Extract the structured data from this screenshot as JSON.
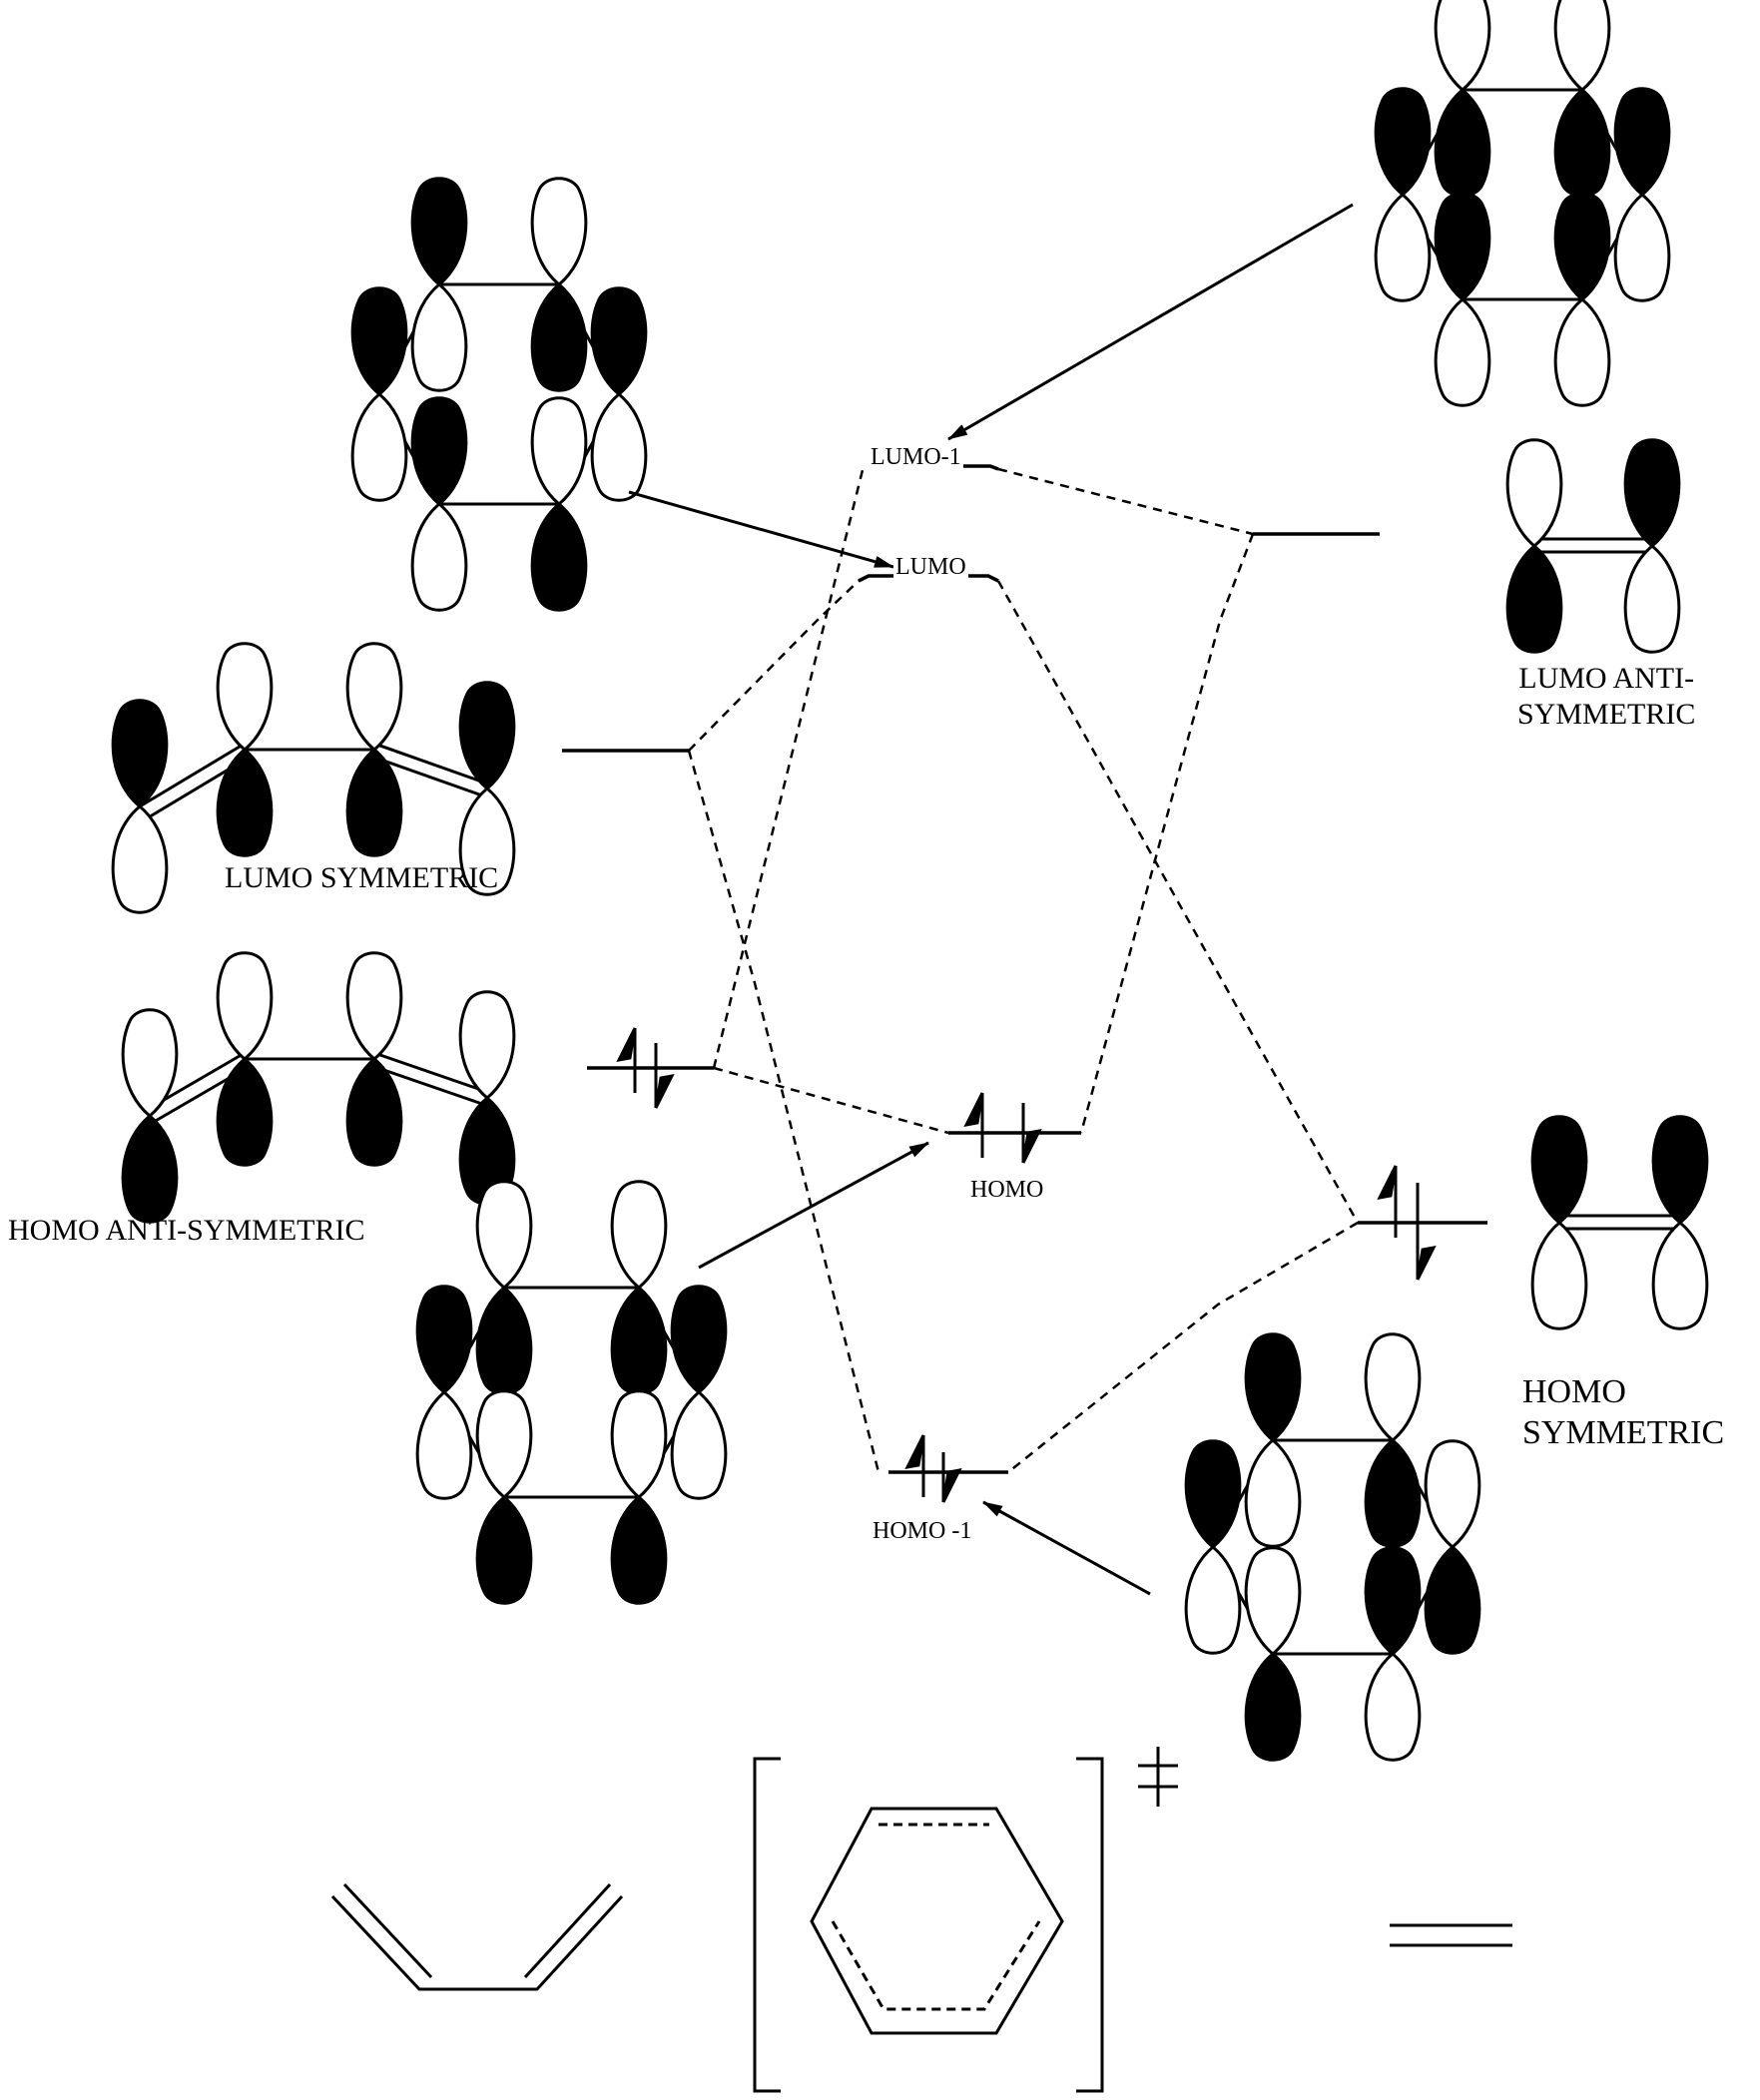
{
  "labels": {
    "lumo_plus_1": "LUMO-1",
    "lumo": "LUMO",
    "homo": "HOMO",
    "homo_minus_1": "HOMO -1",
    "lumo_symmetric": "LUMO SYMMETRIC",
    "homo_anti_symmetric": "HOMO ANTI-SYMMETRIC",
    "lumo_anti_symmetric_line1": "LUMO ANTI-",
    "lumo_anti_symmetric_line2": "SYMMETRIC",
    "homo_symmetric_line1": "HOMO",
    "homo_symmetric_line2": "SYMMETRIC"
  },
  "transition_state_mark": "‡",
  "colors": {
    "ink": "#000000",
    "paper": "#ffffff"
  }
}
